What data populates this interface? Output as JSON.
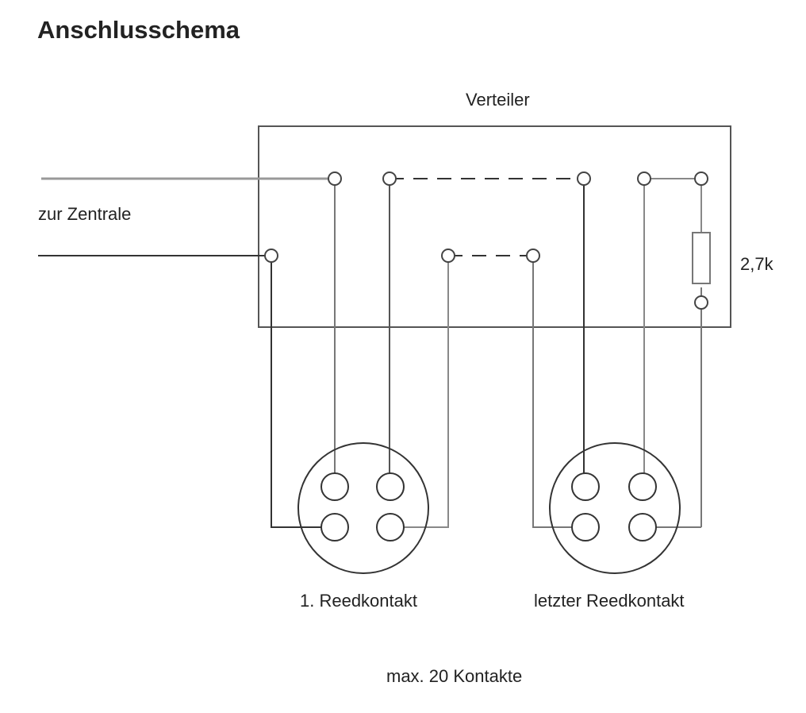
{
  "title": "Anschlusschema",
  "labels": {
    "distributor": "Verteiler",
    "to_central": "zur Zentrale",
    "resistor": "2,7k",
    "first_contact": "1. Reedkontakt",
    "last_contact": "letzter Reedkontakt",
    "max_contacts": "max. 20 Kontakte"
  }
}
